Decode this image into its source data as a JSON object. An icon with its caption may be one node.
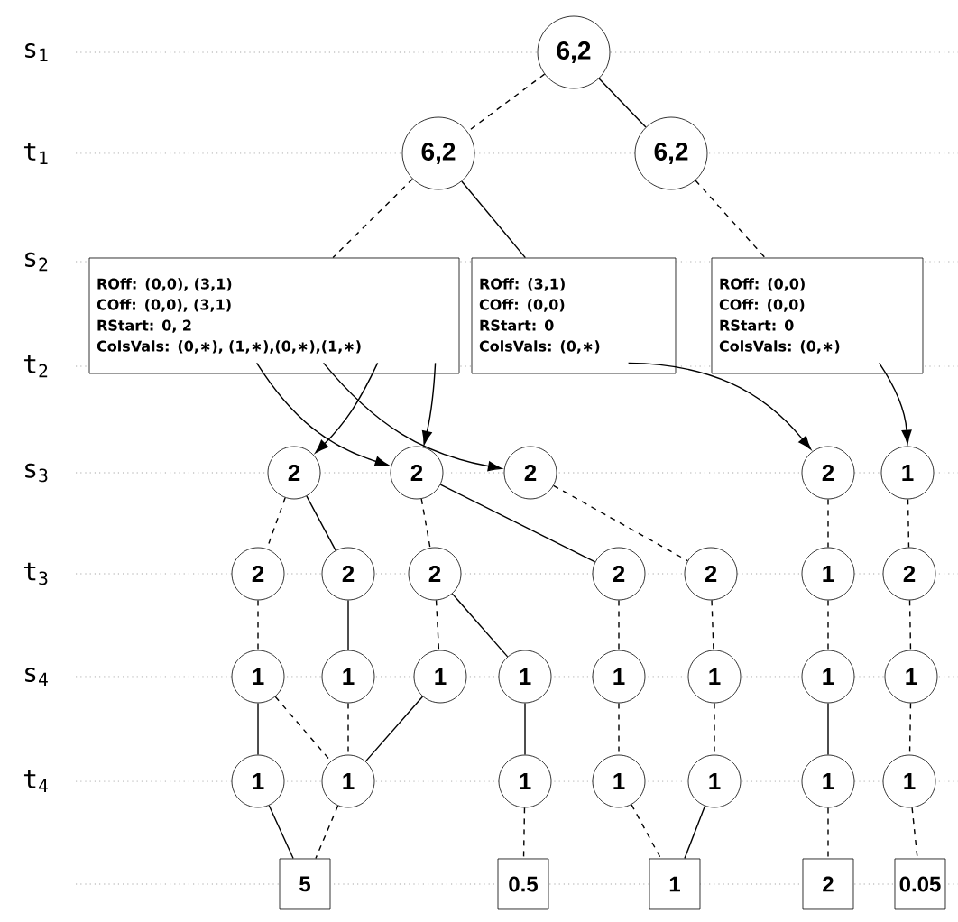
{
  "diagram": {
    "nodes": [
      {
        "text": [
          "6,2"
        ]
      },
      {
        "text": [
          "6,2"
        ]
      },
      {
        "text": [
          "6,2"
        ]
      },
      {
        "text": [
          "ROff: (0,0), (3,1)",
          "COff: (0,0), (3,1)",
          "RStart: 0, 2",
          "ColsVals: (0,∗), (1,∗),(0,∗),(1,∗)"
        ]
      },
      {
        "text": [
          "ROff: (3,1)",
          "COff: (0,0)",
          "RStart: 0",
          "ColsVals: (0,∗)"
        ]
      },
      {
        "text": [
          "ROff: (0,0)",
          "COff: (0,0)",
          "RStart: 0",
          "ColsVals: (0,∗)"
        ]
      },
      {
        "text": [
          "2"
        ]
      },
      {
        "text": [
          "2"
        ]
      },
      {
        "text": [
          "2"
        ]
      },
      {
        "text": [
          "2"
        ]
      },
      {
        "text": [
          "1"
        ]
      },
      {
        "text": [
          "2"
        ]
      },
      {
        "text": [
          "2"
        ]
      },
      {
        "text": [
          "2"
        ]
      },
      {
        "text": [
          "2"
        ]
      },
      {
        "text": [
          "2"
        ]
      },
      {
        "text": [
          "1"
        ]
      },
      {
        "text": [
          "2"
        ]
      },
      {
        "text": [
          "1"
        ]
      },
      {
        "text": [
          "1"
        ]
      },
      {
        "text": [
          "1"
        ]
      },
      {
        "text": [
          "1"
        ]
      },
      {
        "text": [
          "1"
        ]
      },
      {
        "text": [
          "1"
        ]
      },
      {
        "text": [
          "1"
        ]
      },
      {
        "text": [
          "1"
        ]
      },
      {
        "text": [
          "1"
        ]
      },
      {
        "text": [
          "1"
        ]
      },
      {
        "text": [
          "1"
        ]
      },
      {
        "text": [
          "1"
        ]
      },
      {
        "text": [
          "1"
        ]
      },
      {
        "text": [
          "1"
        ]
      },
      {
        "text": [
          "1"
        ]
      },
      {
        "text": [
          "5"
        ]
      },
      {
        "text": [
          "0.5"
        ]
      },
      {
        "text": [
          "1"
        ]
      },
      {
        "text": [
          "2"
        ]
      },
      {
        "text": [
          "0.05"
        ]
      }
    ],
    "edges": [
      {
        "from": 0,
        "to": 1,
        "arrow": "none",
        "style": "dashed"
      },
      {
        "from": 0,
        "to": 2,
        "arrow": "none"
      },
      {
        "from": 1,
        "to": 3,
        "arrow": "none",
        "style": "dashed"
      },
      {
        "from": 1,
        "to": 4,
        "arrow": "none"
      },
      {
        "from": 2,
        "to": 5,
        "arrow": "none",
        "style": "dashed"
      },
      {
        "from": 3,
        "to": 7,
        "arrow": "to"
      },
      {
        "from": 3,
        "to": 8,
        "arrow": "to"
      },
      {
        "from": 3,
        "to": 6,
        "arrow": "to"
      },
      {
        "from": 3,
        "to": 7,
        "arrow": "to"
      },
      {
        "from": 4,
        "to": 9,
        "arrow": "to"
      },
      {
        "from": 5,
        "to": 10,
        "arrow": "to"
      },
      {
        "from": 6,
        "to": 11,
        "arrow": "none",
        "style": "dashed"
      },
      {
        "from": 6,
        "to": 12,
        "arrow": "none"
      },
      {
        "from": 7,
        "to": 13,
        "arrow": "none",
        "style": "dashed"
      },
      {
        "from": 7,
        "to": 14,
        "arrow": "none"
      },
      {
        "from": 8,
        "to": 15,
        "arrow": "none",
        "style": "dashed"
      },
      {
        "from": 9,
        "to": 16,
        "arrow": "none",
        "style": "dashed"
      },
      {
        "from": 10,
        "to": 17,
        "arrow": "none",
        "style": "dashed"
      },
      {
        "from": 11,
        "to": 18,
        "arrow": "none",
        "style": "dashed"
      },
      {
        "from": 12,
        "to": 19,
        "arrow": "none"
      },
      {
        "from": 13,
        "to": 20,
        "arrow": "none",
        "style": "dashed"
      },
      {
        "from": 13,
        "to": 21,
        "arrow": "none"
      },
      {
        "from": 14,
        "to": 22,
        "arrow": "none",
        "style": "dashed"
      },
      {
        "from": 15,
        "to": 23,
        "arrow": "none",
        "style": "dashed"
      },
      {
        "from": 16,
        "to": 24,
        "arrow": "none",
        "style": "dashed"
      },
      {
        "from": 17,
        "to": 25,
        "arrow": "none",
        "style": "dashed"
      },
      {
        "from": 18,
        "to": 26,
        "arrow": "none"
      },
      {
        "from": 18,
        "to": 27,
        "arrow": "none",
        "style": "dashed"
      },
      {
        "from": 19,
        "to": 27,
        "arrow": "none",
        "style": "dashed"
      },
      {
        "from": 20,
        "to": 27,
        "arrow": "none"
      },
      {
        "from": 21,
        "to": 28,
        "arrow": "none"
      },
      {
        "from": 22,
        "to": 29,
        "arrow": "none",
        "style": "dashed"
      },
      {
        "from": 23,
        "to": 30,
        "arrow": "none",
        "style": "dashed"
      },
      {
        "from": 24,
        "to": 31,
        "arrow": "none"
      },
      {
        "from": 25,
        "to": 32,
        "arrow": "none",
        "style": "dashed"
      },
      {
        "from": 26,
        "to": 33,
        "arrow": "none"
      },
      {
        "from": 27,
        "to": 33,
        "arrow": "none",
        "style": "dashed"
      },
      {
        "from": 28,
        "to": 34,
        "arrow": "none",
        "style": "dashed"
      },
      {
        "from": 29,
        "to": 35,
        "arrow": "none",
        "style": "dashed"
      },
      {
        "from": 30,
        "to": 35,
        "arrow": "none"
      },
      {
        "from": 31,
        "to": 36,
        "arrow": "none",
        "style": "dashed"
      },
      {
        "from": 32,
        "to": 37,
        "arrow": "none",
        "style": "dashed"
      }
    ],
    "labels": [
      "s$_{1}$",
      "t$_{1}$",
      "s$_{2}$",
      "t$_{2}$",
      "s$_{3}$",
      "t$_{3}$",
      "s$_{4}$",
      "t$_{4}$"
    ]
  }
}
